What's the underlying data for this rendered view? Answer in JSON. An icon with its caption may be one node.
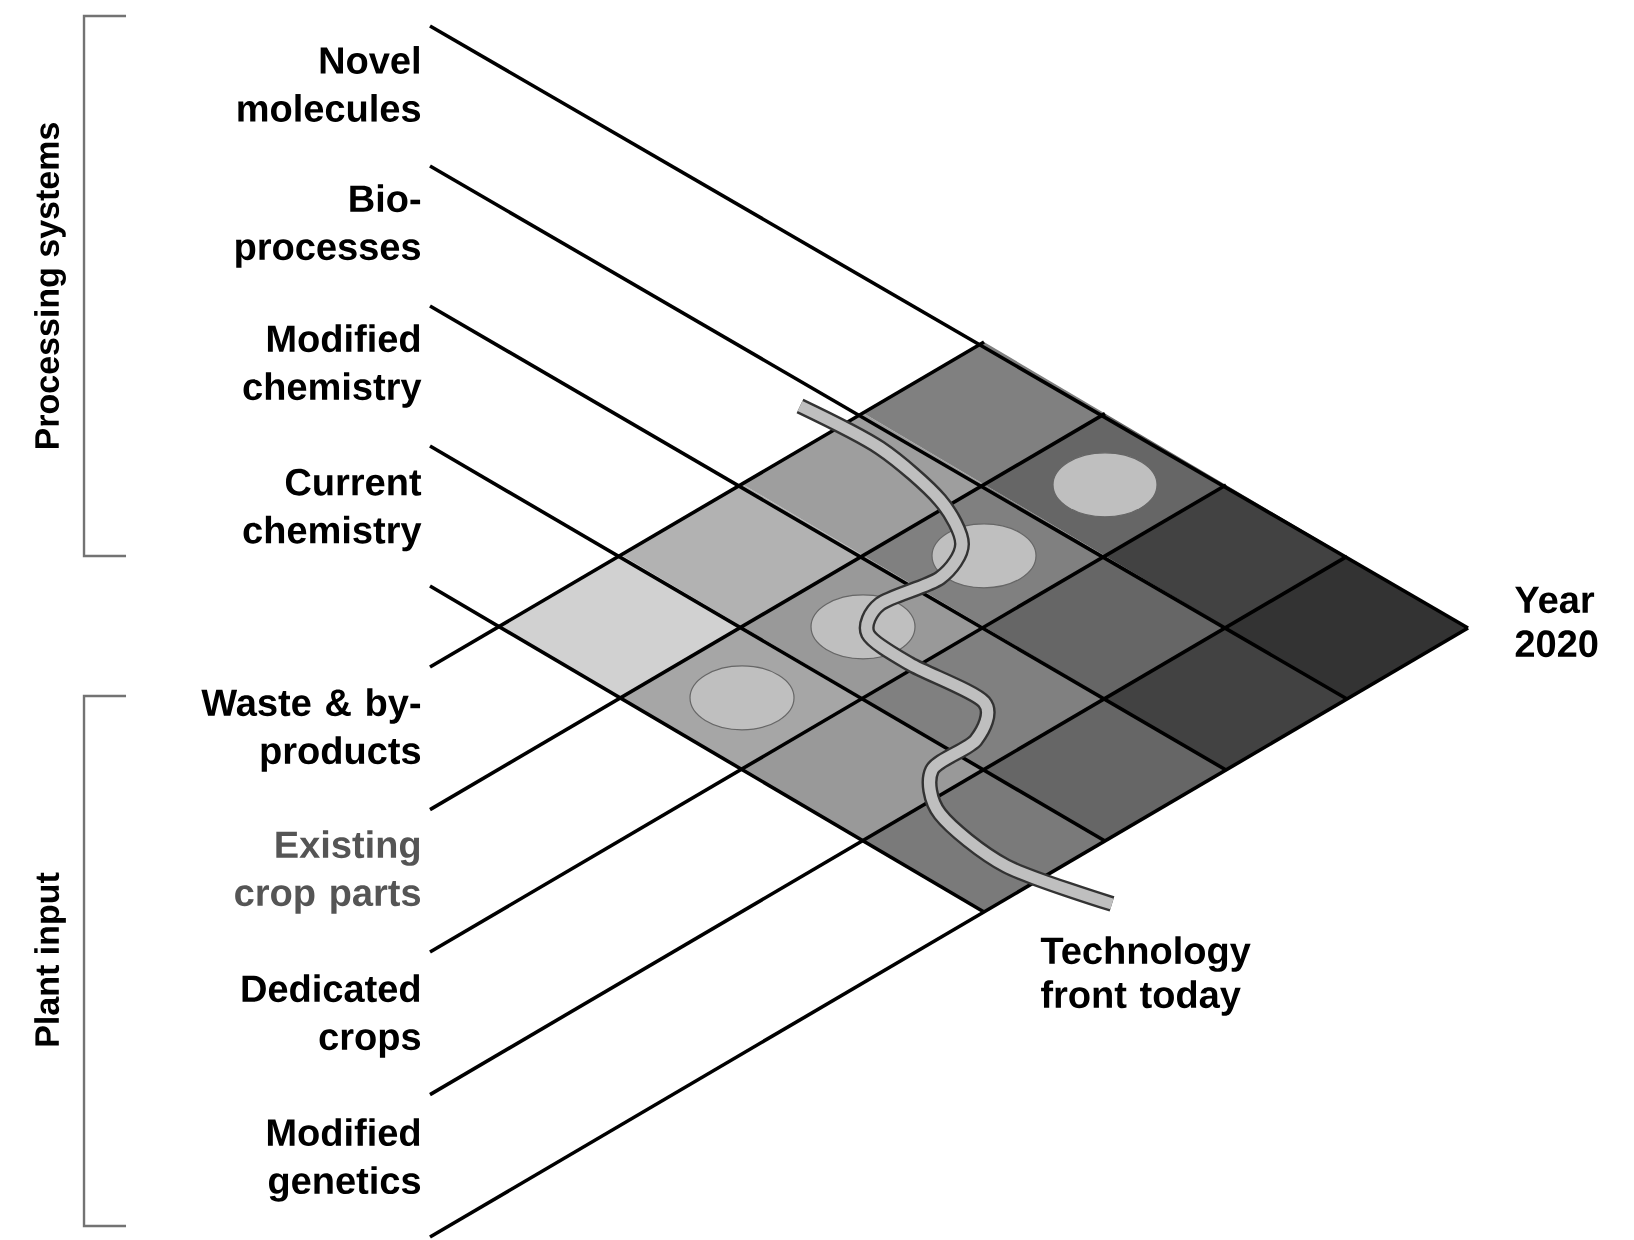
{
  "diagram": {
    "labels": [
      "Processing systems",
      "Novel molecules",
      "Bio-processes",
      "Modified chemistry",
      "Current chemistry",
      "Year 2020",
      "Plant input",
      "Waste & by-products",
      "Existing crop parts",
      "Technology front today",
      "Dedicated crops",
      "Modified genetics"
    ]
  }
}
